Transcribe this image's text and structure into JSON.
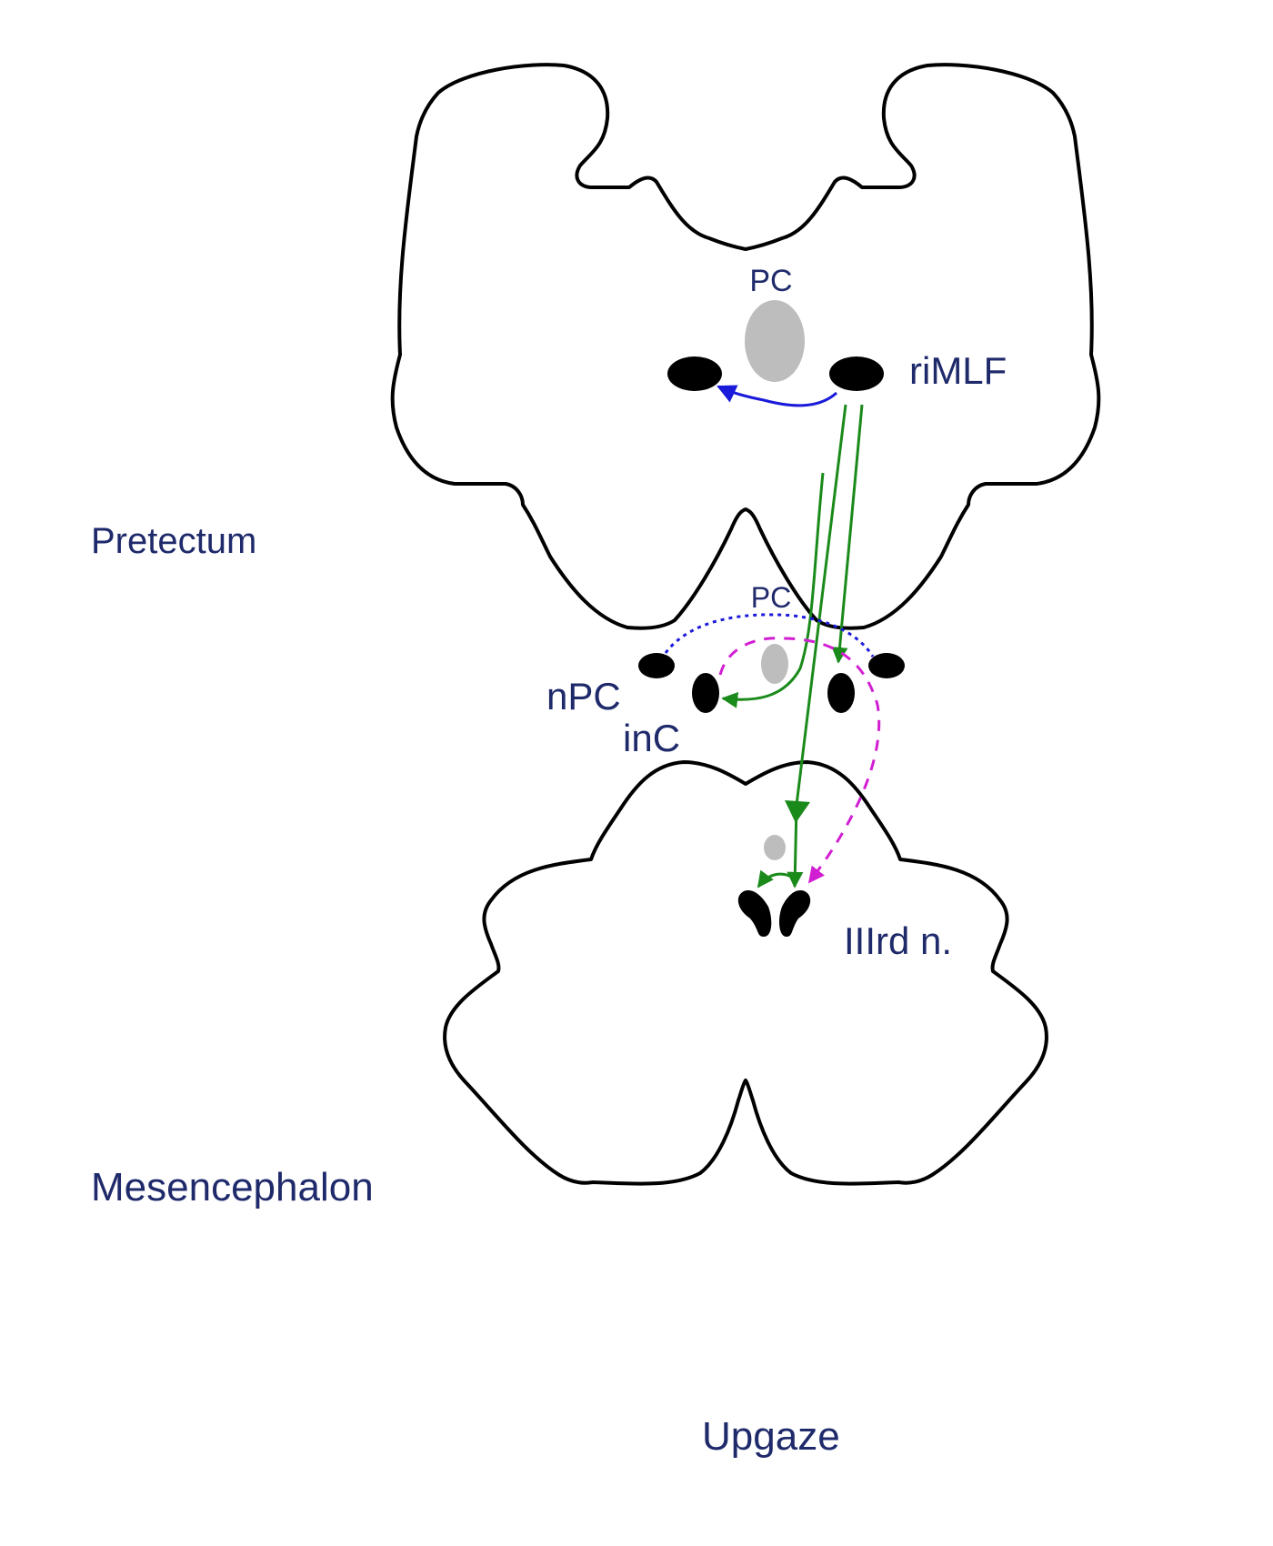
{
  "labels": {
    "pc_top": "PC",
    "rimlf": "riMLF",
    "pretectum": "Pretectum",
    "pc_mid": "PC",
    "npc": "nPC",
    "inc": "inC",
    "third_nerve": "IIIrd n.",
    "mesencephalon": "Mesencephalon",
    "upgaze": "Upgaze"
  },
  "colors": {
    "outline": "#000000",
    "text": "#1f2a6b",
    "pc_fill": "#bdbdbd",
    "nucleus_fill": "#000000",
    "blue_pathway": "#1a1adb",
    "green_pathway": "#1a8a1a",
    "magenta_pathway": "#d21ed2"
  }
}
